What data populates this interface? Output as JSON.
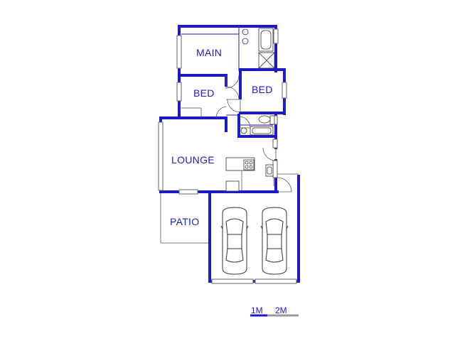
{
  "rooms": {
    "main": "MAIN",
    "bed_1": "BED",
    "bed_2": "BED",
    "lounge": "LOUNGE",
    "patio": "PATIO"
  },
  "scale_bar": {
    "label_1": "1M",
    "label_2": "2M"
  },
  "colors": {
    "wall": "#1a1ac8",
    "label": "#1a1ac8",
    "background": "#ffffff"
  }
}
